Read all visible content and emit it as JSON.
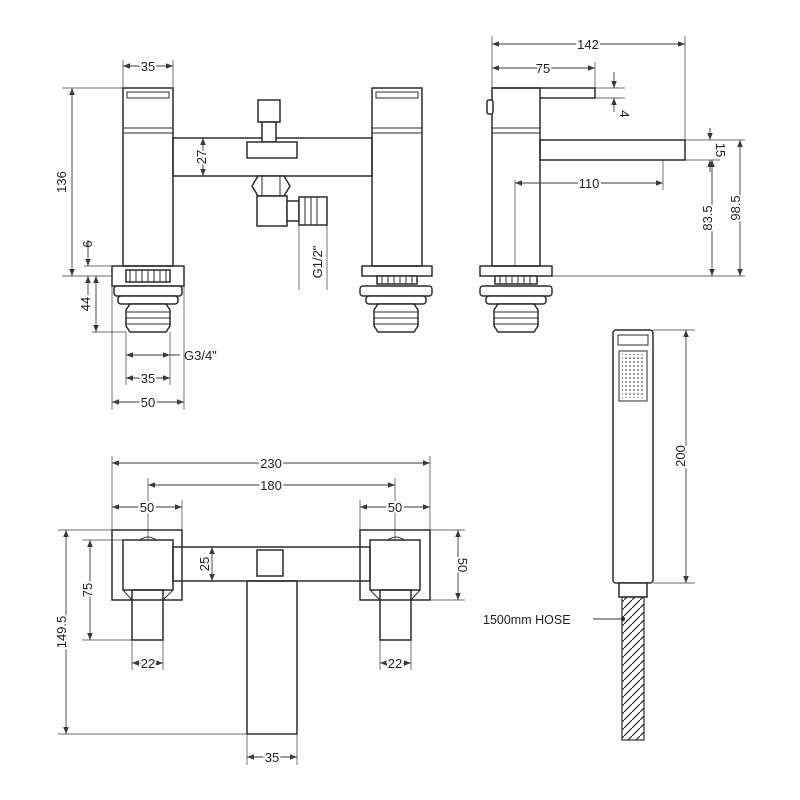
{
  "front_view": {
    "spout_width": "35",
    "bar_height": "27",
    "total_height": "136",
    "deck_thickness": "6",
    "shank_length": "44",
    "hose_thread": "G1/2\"",
    "inlet_thread": "G3/4\"",
    "shank_width": "35",
    "base_width": "50"
  },
  "side_view": {
    "depth": "142",
    "handle_reach": "75",
    "handle_offset": "4",
    "spout_thickness": "15",
    "spout_reach": "110",
    "spout_height": "83.5",
    "overall_height": "98.5"
  },
  "top_view": {
    "overall_width": "230",
    "centres": "180",
    "left_base": "50",
    "right_base": "50",
    "bar_depth": "25",
    "base_depth": "50",
    "handle_depth": "75",
    "overall_depth": "149.5",
    "left_handle_width": "22",
    "right_handle_width": "22",
    "spout_width": "35"
  },
  "handset": {
    "length": "200",
    "hose_label": "1500mm HOSE"
  }
}
